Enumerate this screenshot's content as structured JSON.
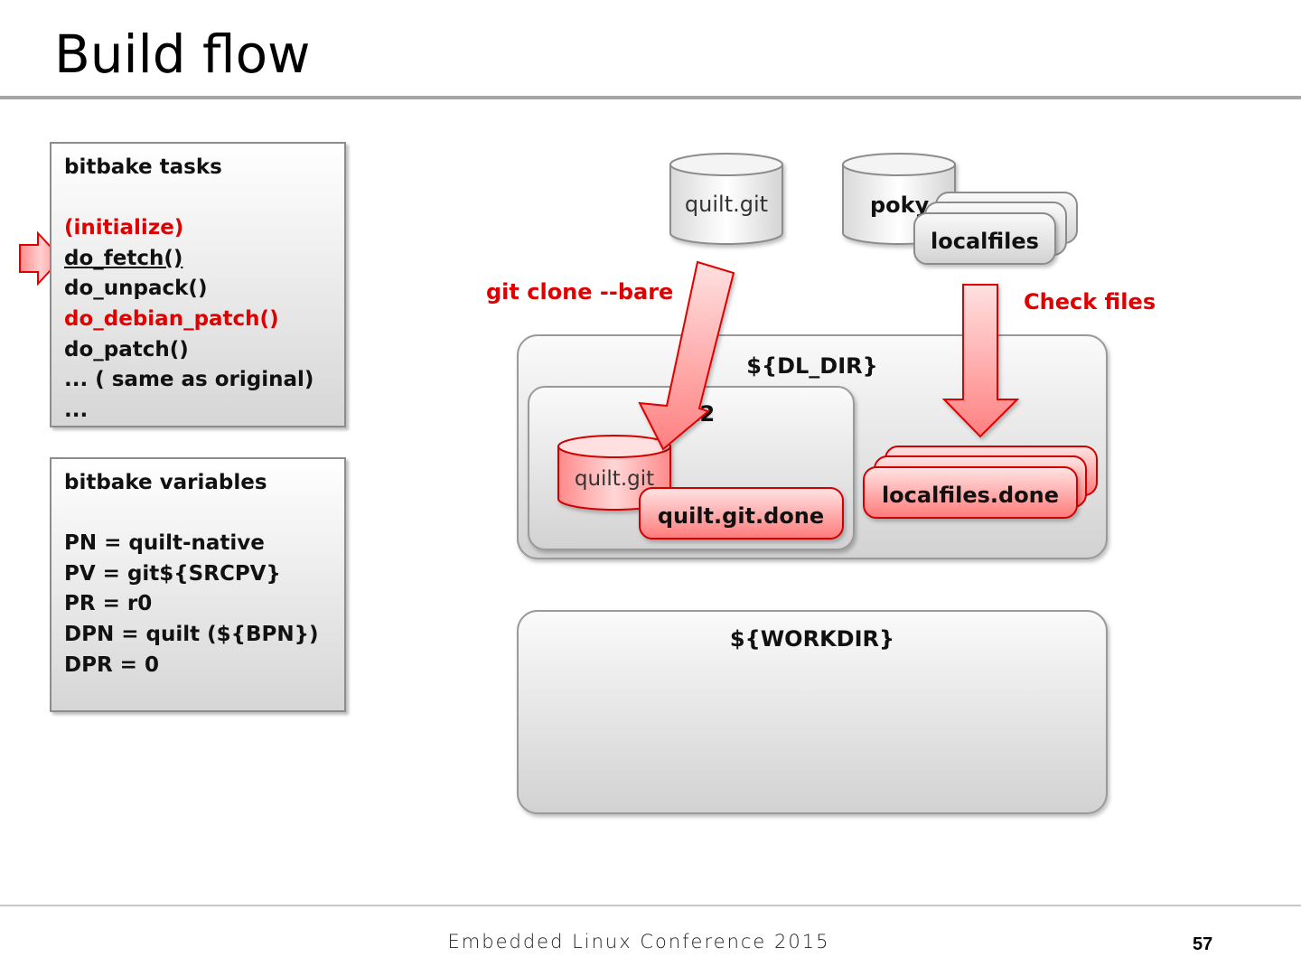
{
  "slide": {
    "title": "Build flow",
    "footer": "Embedded Linux Conference 2015",
    "page_number": "57"
  },
  "tasks_panel": {
    "heading": "bitbake tasks",
    "items": [
      {
        "text": "(initialize)",
        "color": "#e00000",
        "underline": false
      },
      {
        "text": "do_fetch()",
        "color": "#111111",
        "underline": true,
        "current": true
      },
      {
        "text": "do_unpack()",
        "color": "#111111",
        "underline": false
      },
      {
        "text": "do_debian_patch()",
        "color": "#e00000",
        "underline": false
      },
      {
        "text": "do_patch()",
        "color": "#111111",
        "underline": false
      },
      {
        "text": "... ( same as original)",
        "color": "#111111",
        "underline": false
      },
      {
        "text": "...",
        "color": "#111111",
        "underline": false
      }
    ]
  },
  "variables_panel": {
    "heading": "bitbake variables",
    "items": [
      "PN = quilt-native",
      "PV = git${SRCPV}",
      "PR = r0",
      "DPN = quilt (${BPN})",
      "DPR = 0"
    ]
  },
  "diagram": {
    "source_quilt_git": "quilt.git",
    "source_poky": "poky",
    "source_localfiles": "localfiles",
    "label_git_clone": "git clone --bare",
    "label_check_files": "Check files",
    "dl_dir_label": "${DL_DIR}",
    "git2_label_partial": "t2",
    "dl_quilt_git": "quilt.git",
    "dl_quilt_git_done": "quilt.git.done",
    "dl_localfiles_done": "localfiles.done",
    "workdir_label": "${WORKDIR}"
  },
  "colors": {
    "accent_red": "#e00000",
    "arrow_fill": "#ff8080",
    "panel_border": "#8c8c8c"
  }
}
